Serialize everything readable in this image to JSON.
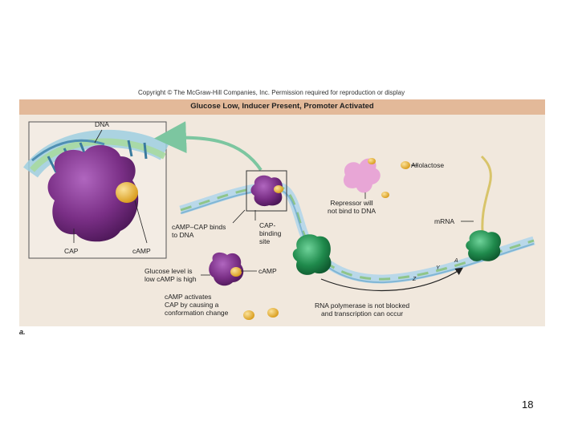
{
  "copyright": "Copyright © The McGraw-Hill Companies, Inc. Permission required for reproduction or display",
  "banner_title": "Glucose Low, Inducer Present, Promoter Activated",
  "labels": {
    "dna": "DNA",
    "cap": "CAP",
    "camp_inset": "cAMP",
    "camp_cap_binds": "cAMP–CAP binds\nto DNA",
    "cap_binding_site": "CAP-\nbinding\nsite",
    "allolactose": "Allolactose",
    "repressor": "Repressor will\nnot bind to DNA",
    "mrna": "mRNA",
    "glucose_level": "Glucose level is\nlow cAMP is high",
    "camp": "cAMP",
    "camp_activates": "cAMP activates\nCAP by causing a\nconformation change",
    "rna_polymerase": "RNA polymerase is not blocked\nand transcription can occur",
    "gene_z": "Z",
    "gene_y": "Y",
    "gene_a": "A"
  },
  "panel_letter": "a.",
  "page_number": "18",
  "colors": {
    "banner": "#e3b999",
    "panel": "#f1e8dd",
    "cap_protein": "#7a2f86",
    "camp": "#e8b22a",
    "repressor": "#e8a6d6",
    "rna_polymerase": "#1f8a4c",
    "mrna": "#d8c46a"
  }
}
